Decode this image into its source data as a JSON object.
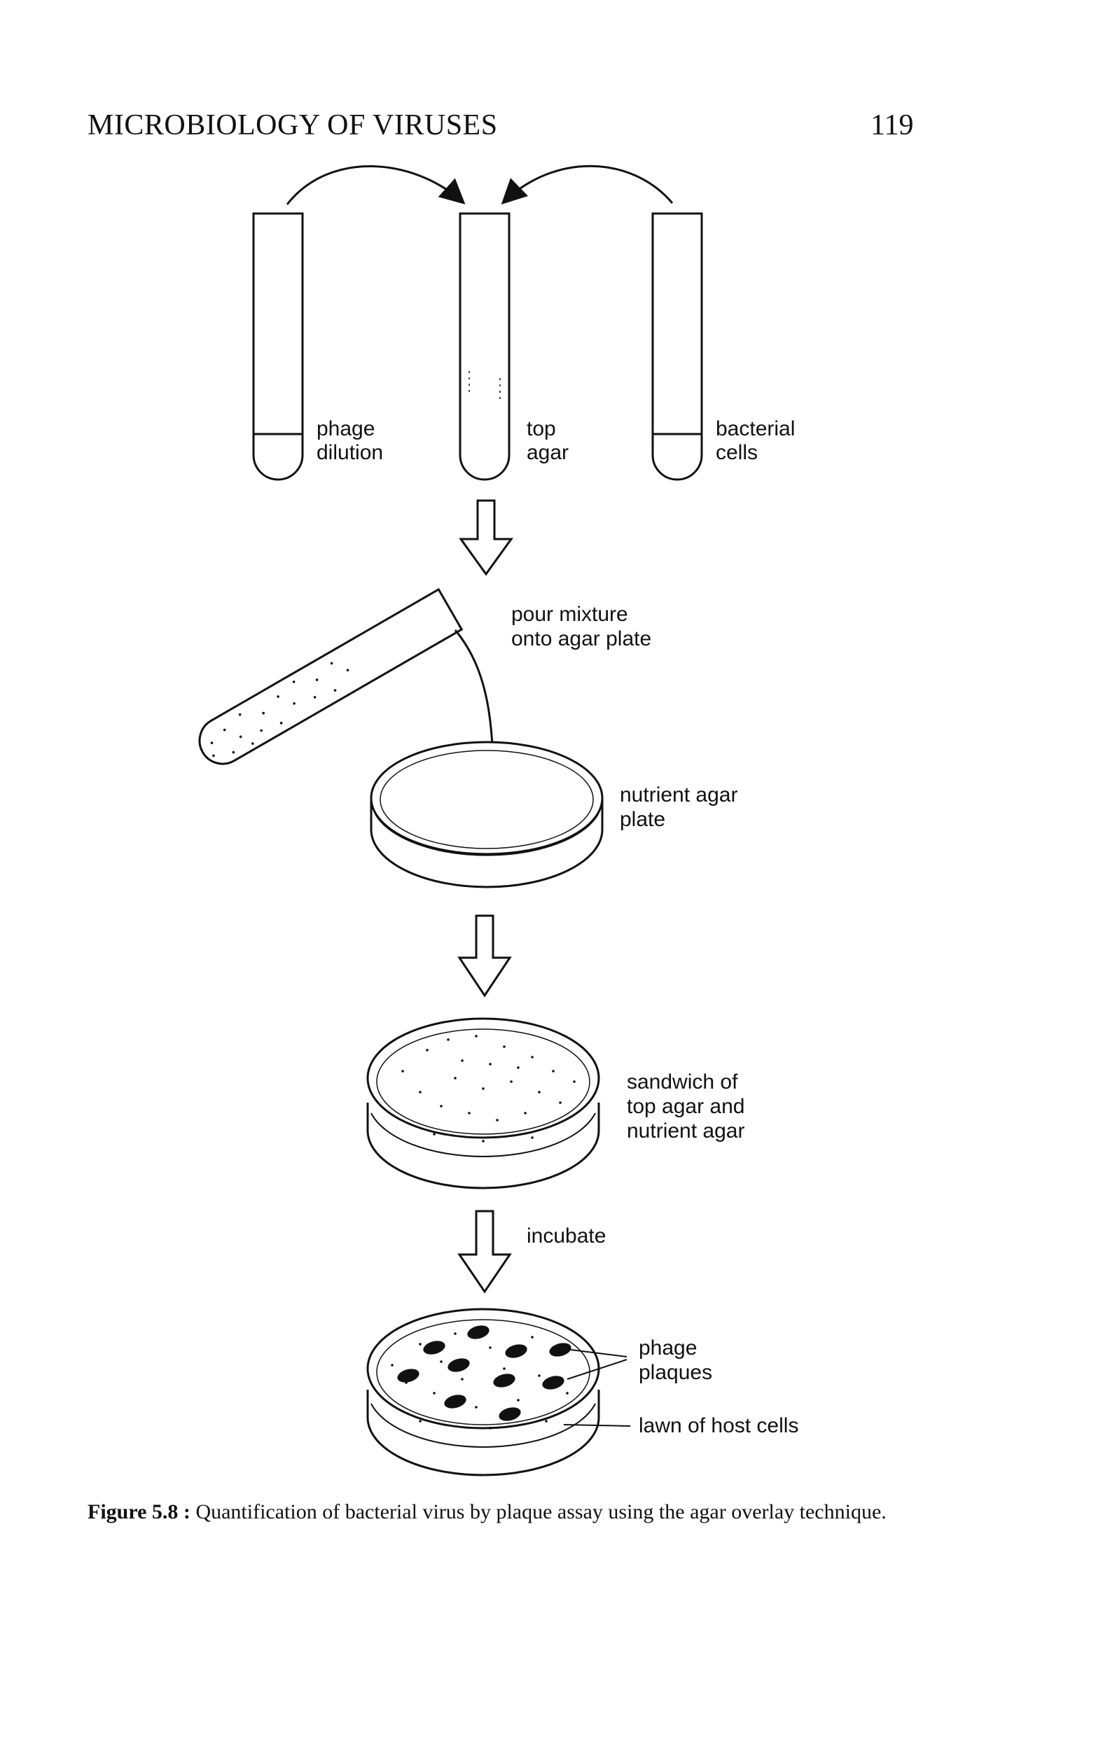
{
  "header": {
    "running_title": "MICROBIOLOGY OF VIRUSES",
    "page_number": "119"
  },
  "figure": {
    "tube_labels": {
      "phage_dilution": [
        "phage",
        "dilution"
      ],
      "top_agar": [
        "top",
        "agar"
      ],
      "bacterial_cells": [
        "bacterial",
        "cells"
      ]
    },
    "step_labels": {
      "pour": [
        "pour mixture",
        "onto agar plate"
      ],
      "nutrient_plate": [
        "nutrient agar",
        "plate"
      ],
      "sandwich": [
        "sandwich of",
        "top agar and",
        "nutrient agar"
      ],
      "incubate": "incubate",
      "plaques": [
        "phage",
        "plaques"
      ],
      "lawn": "lawn of host cells"
    }
  },
  "caption": {
    "label": "Figure 5.8 :",
    "text": "Quantification of bacterial virus by plaque assay using the agar overlay technique."
  }
}
